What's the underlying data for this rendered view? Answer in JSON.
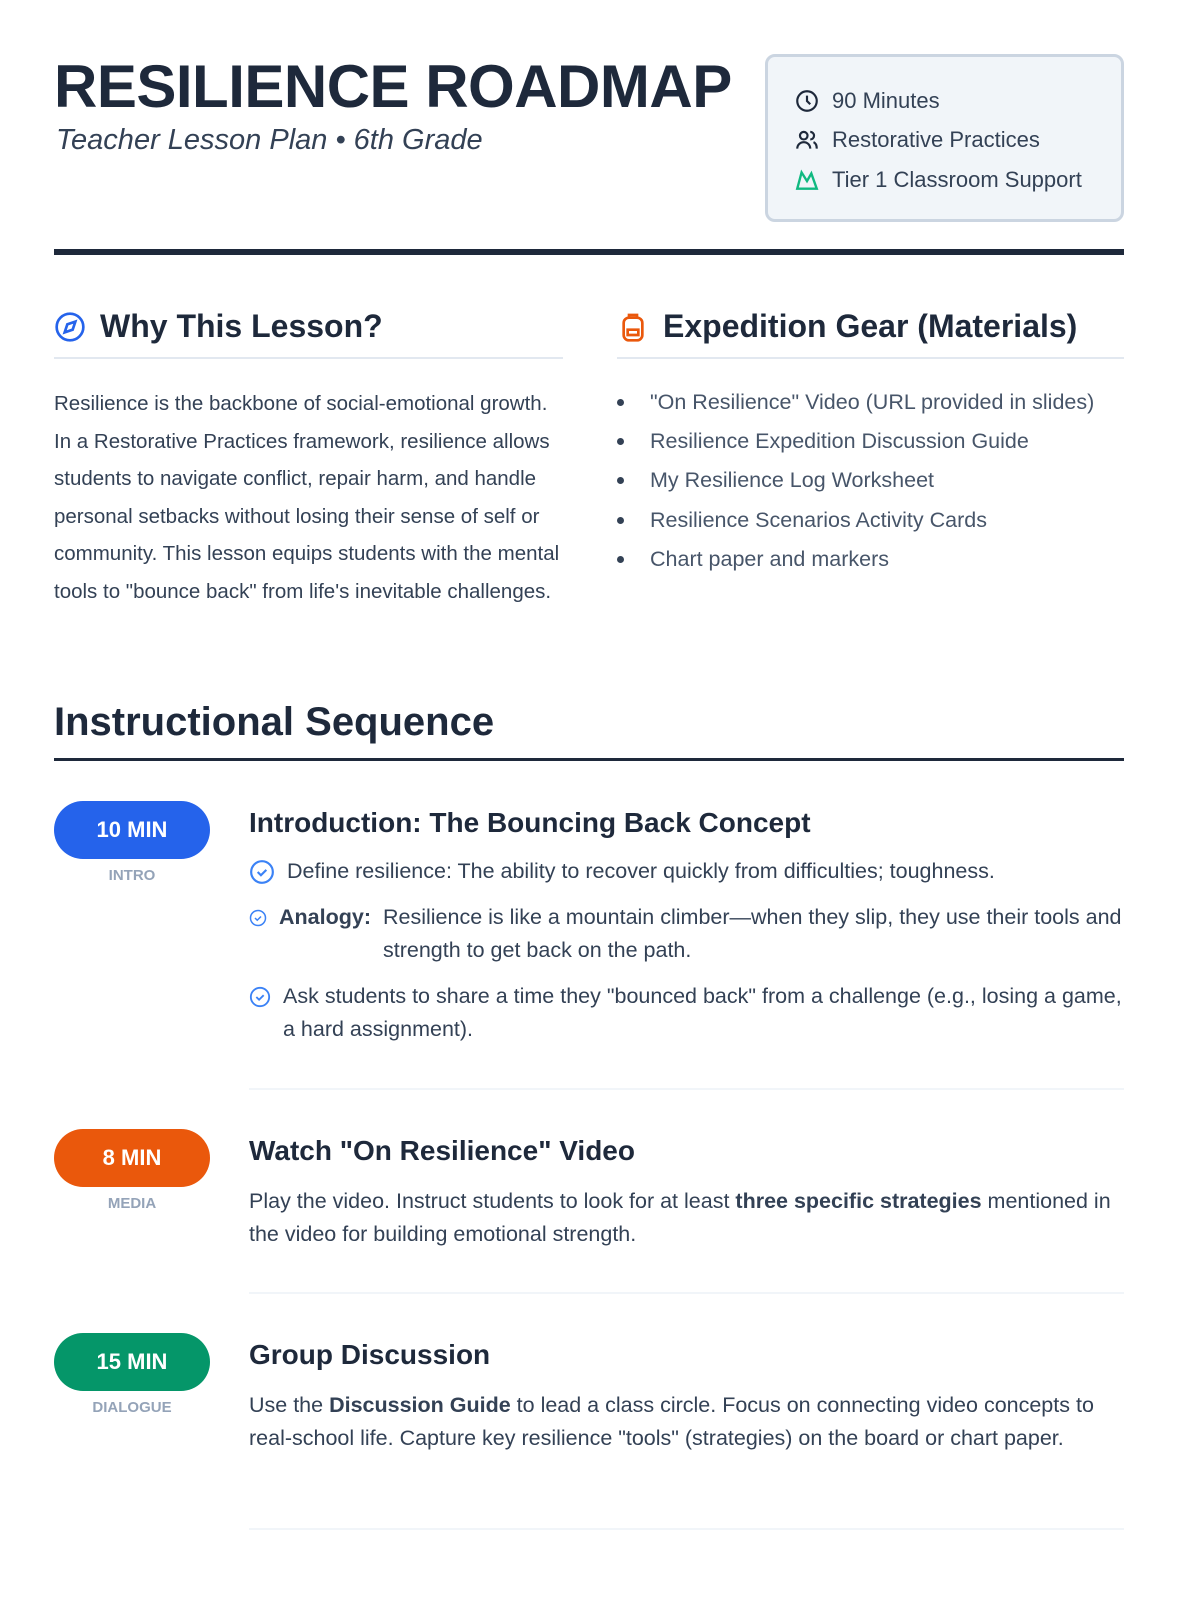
{
  "header": {
    "title": "RESILIENCE ROADMAP",
    "subtitle": "Teacher Lesson Plan • 6th Grade"
  },
  "info": {
    "duration": "90 Minutes",
    "framework": "Restorative Practices",
    "tier": "Tier 1 Classroom Support"
  },
  "why": {
    "heading": "Why This Lesson?",
    "body": "Resilience is the backbone of social-emotional growth. In a Restorative Practices framework, resilience allows students to navigate conflict, repair harm, and handle personal setbacks without losing their sense of self or community. This lesson equips students with the mental tools to \"bounce back\" from life's inevitable challenges."
  },
  "gear": {
    "heading": "Expedition Gear (Materials)",
    "items": [
      "\"On Resilience\" Video (URL provided in slides)",
      "Resilience Expedition Discussion Guide",
      "My Resilience Log Worksheet",
      "Resilience Scenarios Activity Cards",
      "Chart paper and markers"
    ]
  },
  "sequence": {
    "heading": "Instructional Sequence",
    "steps": [
      {
        "time": "10 MIN",
        "tag": "INTRO",
        "color": "#2563eb",
        "title": "Introduction: The Bouncing Back Concept",
        "b1": "Define resilience: The ability to recover quickly from difficulties; toughness.",
        "b2_label": "Analogy:",
        "b2": "Resilience is like a mountain climber—when they slip, they use their tools and strength to get back on the path.",
        "b3": "Ask students to share a time they \"bounced back\" from a challenge (e.g., losing a game, a hard assignment)."
      },
      {
        "time": "8 MIN",
        "tag": "MEDIA",
        "color": "#ea580c",
        "title": "Watch \"On Resilience\" Video",
        "p1": "Play the video. Instruct students to look for at least ",
        "p_bold": "three specific strategies",
        "p2": " mentioned in the video for building emotional strength."
      },
      {
        "time": "15 MIN",
        "tag": "DIALOGUE",
        "color": "#059669",
        "title": "Group Discussion",
        "p1": "Use the ",
        "p_bold": "Discussion Guide",
        "p2": " to lead a class circle. Focus on connecting video concepts to real-school life. Capture key resilience \"tools\" (strategies) on the board or chart paper."
      }
    ]
  }
}
